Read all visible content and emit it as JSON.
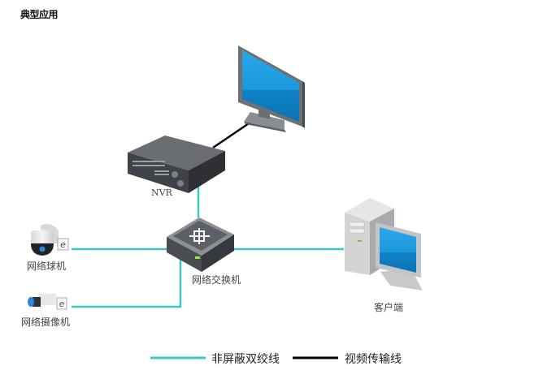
{
  "title": "典型应用",
  "colors": {
    "utp_cable": "#3cc6c6",
    "video_cable": "#000000",
    "screen_blue": "#1e9be0",
    "device_dark": "#4a4d52"
  },
  "devices": {
    "monitor": {
      "label": ""
    },
    "nvr": {
      "label": "NVR"
    },
    "switch": {
      "label": "网络交换机"
    },
    "dome_camera": {
      "label": "网络球机"
    },
    "box_camera": {
      "label": "网络摄像机"
    },
    "client": {
      "label": "客户端"
    }
  },
  "connections": [
    {
      "from": "nvr",
      "to": "monitor",
      "type": "video"
    },
    {
      "from": "nvr",
      "to": "switch",
      "type": "utp"
    },
    {
      "from": "dome_camera",
      "to": "switch",
      "type": "utp"
    },
    {
      "from": "box_camera",
      "to": "switch",
      "type": "utp"
    },
    {
      "from": "switch",
      "to": "client",
      "type": "utp"
    }
  ],
  "legend": {
    "utp_label": "非屏蔽双绞线",
    "video_label": "视频传输线"
  }
}
